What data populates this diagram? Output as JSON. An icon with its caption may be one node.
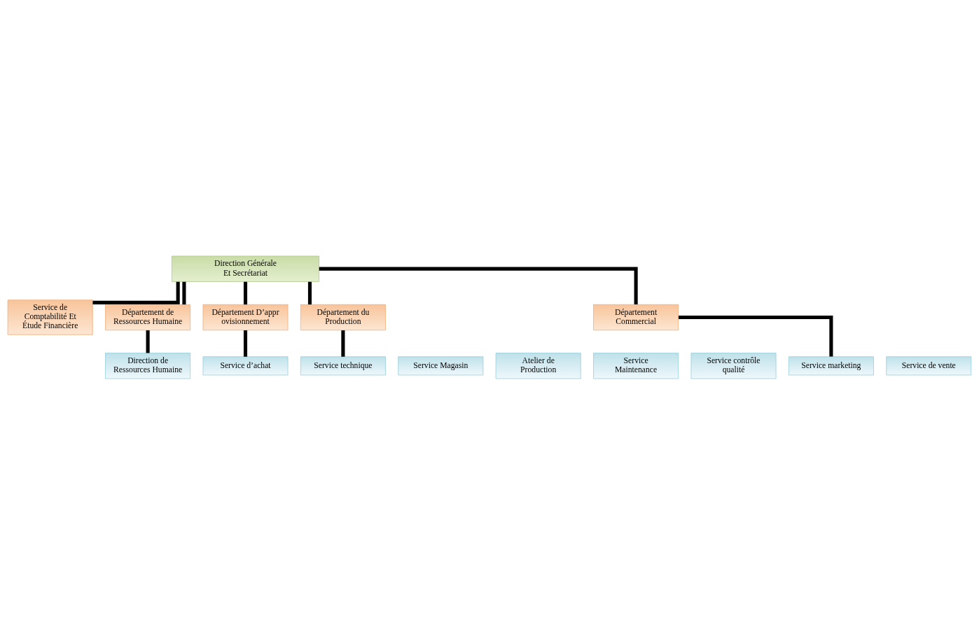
{
  "diagram": {
    "nodes": [
      {
        "text": [
          "Direction Générale Et Secrétariat"
        ]
      },
      {
        "text": [
          "Service de Comptabilité Et Étude Financière"
        ]
      },
      {
        "text": [
          "Département de Ressources Humaine"
        ]
      },
      {
        "text": [
          "Département D’approvisionnement"
        ]
      },
      {
        "text": [
          "Département du Production"
        ]
      },
      {
        "text": [
          "Département Commercial"
        ]
      },
      {
        "text": [
          "Direction de Ressources Humaine"
        ]
      },
      {
        "text": [
          "Service d’achat"
        ]
      },
      {
        "text": [
          "Service technique"
        ]
      },
      {
        "text": [
          "Service Magasin"
        ]
      },
      {
        "text": [
          "Atelier de Production"
        ]
      },
      {
        "text": [
          "Service Maintenance"
        ]
      },
      {
        "text": [
          "Service contrôle qualité"
        ]
      },
      {
        "text": [
          "Service marketing"
        ]
      },
      {
        "text": [
          "Service de vente"
        ]
      }
    ],
    "edges": [
      {
        "from": 0,
        "to": 1,
        "arrow": "none"
      },
      {
        "from": 0,
        "to": 2,
        "arrow": "none"
      },
      {
        "from": 0,
        "to": 3,
        "arrow": "none"
      },
      {
        "from": 0,
        "to": 4,
        "arrow": "none"
      },
      {
        "from": 0,
        "to": 5,
        "arrow": "none"
      },
      {
        "from": 2,
        "to": 6,
        "arrow": "none"
      },
      {
        "from": 3,
        "to": 7,
        "arrow": "none"
      },
      {
        "from": 4,
        "to": 8,
        "arrow": "none"
      },
      {
        "from": 5,
        "to": 13,
        "arrow": "none"
      }
    ]
  }
}
